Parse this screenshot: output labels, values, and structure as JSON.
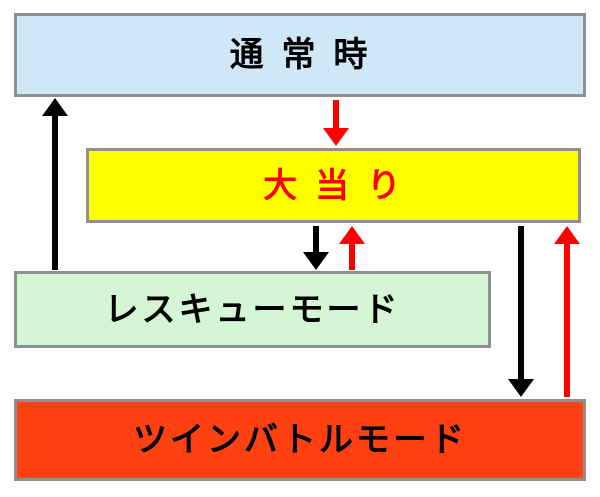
{
  "boxes": {
    "normal": {
      "label": "通 常 時",
      "bg": "#cfe8f7",
      "text_color": "#000000"
    },
    "jackpot": {
      "label": "大 当 り",
      "bg": "#ffff00",
      "text_color": "#ff0000"
    },
    "rescue": {
      "label": "レスキューモード",
      "bg": "#d4f6d4",
      "text_color": "#000000"
    },
    "twin_battle": {
      "label": "ツインバトルモード",
      "bg": "#ff4010",
      "text_color": "#000000"
    }
  },
  "arrows": {
    "normal_to_jackpot": {
      "color": "#ff0000",
      "direction": "down"
    },
    "rescue_to_normal": {
      "color": "#000000",
      "direction": "up"
    },
    "jackpot_to_rescue": {
      "color": "#000000",
      "direction": "down"
    },
    "rescue_to_jackpot": {
      "color": "#ff0000",
      "direction": "up"
    },
    "jackpot_to_twin_battle": {
      "color": "#000000",
      "direction": "down"
    },
    "twin_battle_to_jackpot": {
      "color": "#ff0000",
      "direction": "up"
    }
  },
  "colors": {
    "box_border": "#8f8f8f",
    "background": "#ffffff"
  }
}
